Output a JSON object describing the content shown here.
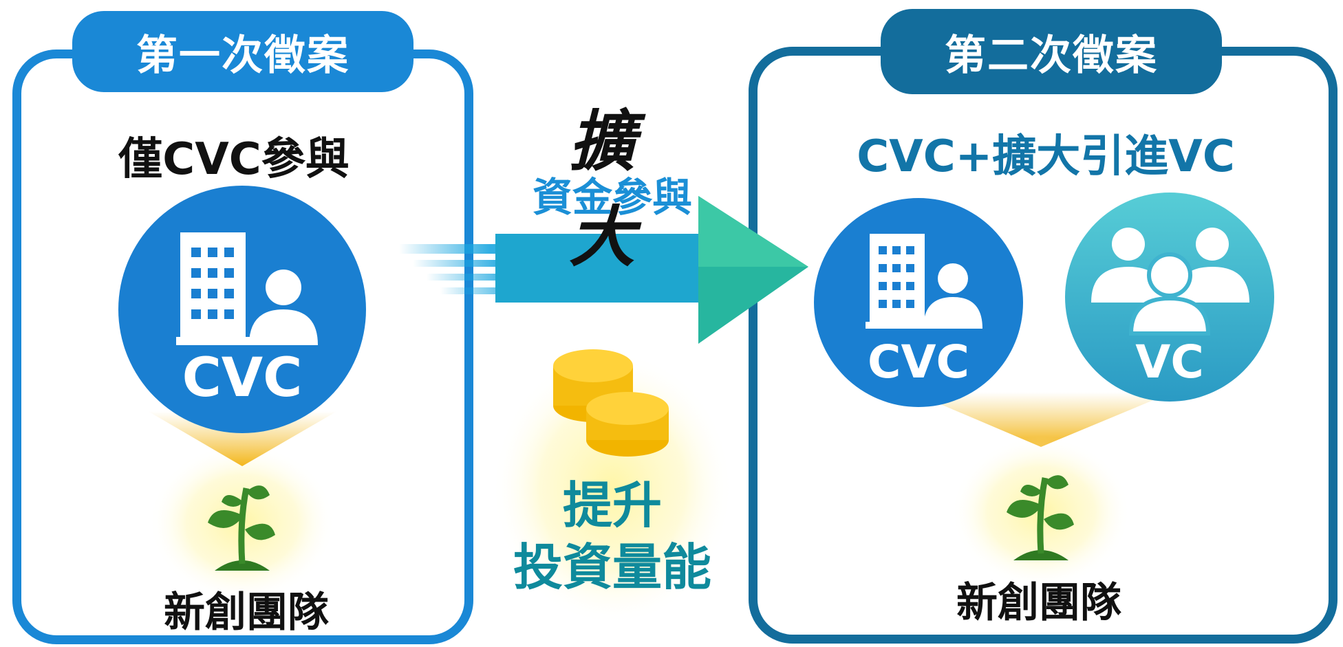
{
  "stage1": {
    "tab_label": "第一次徵案",
    "heading": "僅CVC參與",
    "investor_label": "CVC",
    "team_label": "新創團隊"
  },
  "transition": {
    "title": "擴 大",
    "subtitle": "資金參與",
    "boost_line1": "提升",
    "boost_line2": "投資量能"
  },
  "stage2": {
    "tab_label": "第二次徵案",
    "heading": "CVC+擴大引進VC",
    "investor1_label": "CVC",
    "investor2_label": "VC",
    "team_label": "新創團隊"
  },
  "colors": {
    "stage1_blue": "#1a88d6",
    "stage2_teal": "#136d9c",
    "vc_circle": "#4fc3d0",
    "arrow": "#1fa9c9",
    "coin": "#f5b800",
    "sprout": "#3a8a2a"
  },
  "icons": [
    "building-person-icon",
    "people-group-icon",
    "sprout-icon",
    "coins-icon",
    "arrow-right-icon"
  ]
}
